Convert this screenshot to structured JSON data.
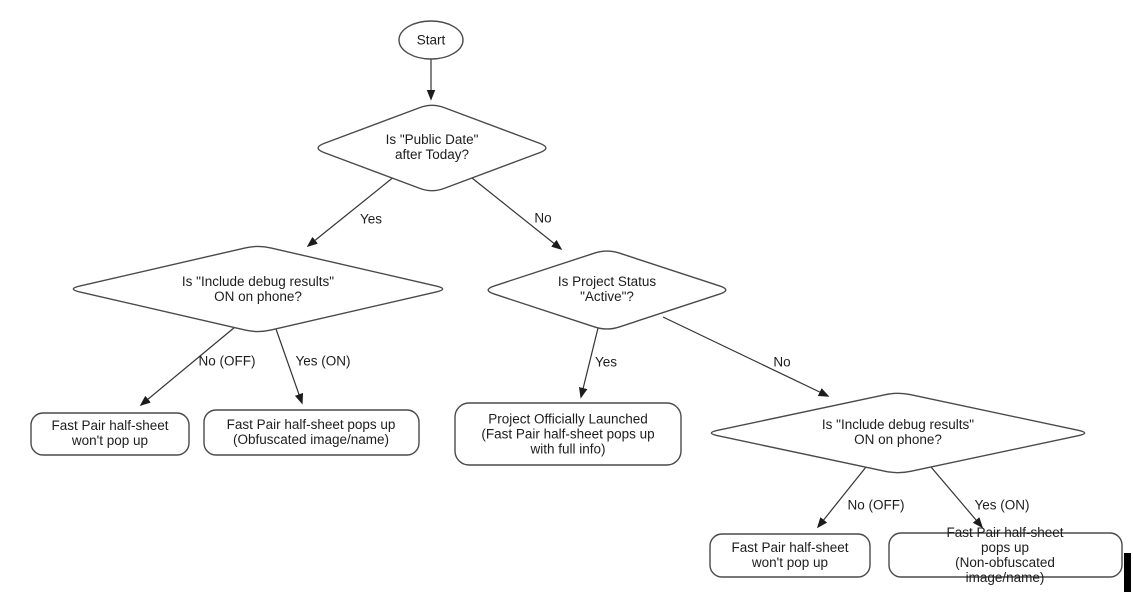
{
  "colors": {
    "background": "#ffffff",
    "shape_stroke": "#4a4a4a",
    "edge_stroke": "#333333",
    "text": "#1d1d1d",
    "cursor_artifact": "#000000"
  },
  "nodes": {
    "start": {
      "type": "terminator",
      "label": "Start"
    },
    "decision_public_date": {
      "type": "decision",
      "label": "Is \"Public Date\"\nafter Today?"
    },
    "decision_debug_left": {
      "type": "decision",
      "label": "Is \"Include debug results\"\nON on phone?"
    },
    "decision_project_status": {
      "type": "decision",
      "label": "Is Project Status\n\"Active\"?"
    },
    "decision_debug_right": {
      "type": "decision",
      "label": "Is \"Include debug results\"\nON on phone?"
    },
    "result_no_popup_left": {
      "type": "result",
      "label": "Fast Pair half-sheet\nwon't pop up"
    },
    "result_obfuscated": {
      "type": "result",
      "label": "Fast Pair half-sheet pops up\n(Obfuscated image/name)"
    },
    "result_launched": {
      "type": "result",
      "label": "Project Officially Launched\n(Fast Pair half-sheet pops up\nwith full info)"
    },
    "result_no_popup_right": {
      "type": "result",
      "label": "Fast Pair half-sheet\nwon't pop up"
    },
    "result_non_obfuscated": {
      "type": "result",
      "label": "Fast Pair half-sheet pops up\n(Non-obfuscated image/name)"
    }
  },
  "edge_labels": {
    "public_date_yes": "Yes",
    "public_date_no": "No",
    "debug_left_no": "No (OFF)",
    "debug_left_yes": "Yes (ON)",
    "project_status_yes": "Yes",
    "project_status_no": "No",
    "debug_right_no": "No (OFF)",
    "debug_right_yes": "Yes (ON)"
  }
}
